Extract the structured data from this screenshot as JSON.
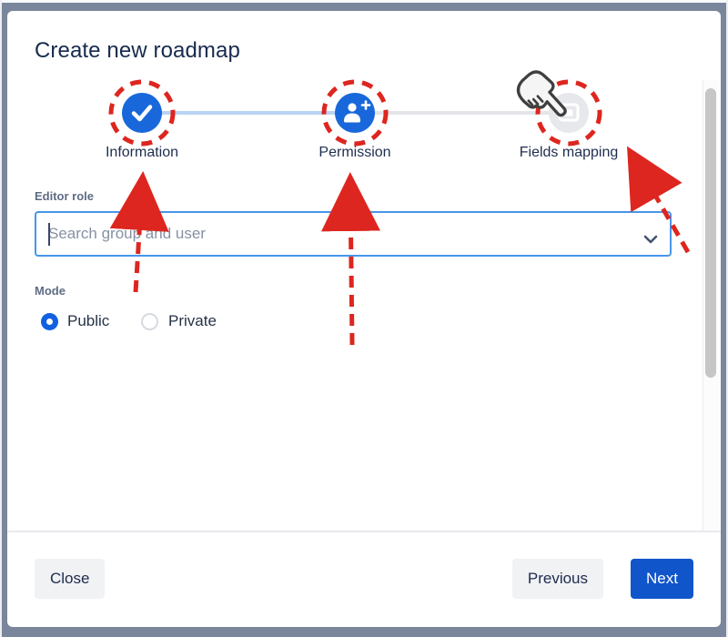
{
  "modal": {
    "title": "Create new roadmap",
    "stepper": {
      "steps": [
        {
          "label": "Information",
          "state": "completed",
          "icon": "check-icon"
        },
        {
          "label": "Permission",
          "state": "current",
          "icon": "user-add-icon"
        },
        {
          "label": "Fields mapping",
          "state": "upcoming",
          "icon": "card-icon"
        }
      ]
    },
    "form": {
      "editor_role_label": "Editor role",
      "search_placeholder": "Search group and user",
      "mode_label": "Mode",
      "mode_options": [
        {
          "label": "Public",
          "selected": true
        },
        {
          "label": "Private",
          "selected": false
        }
      ]
    },
    "footer": {
      "close": "Close",
      "previous": "Previous",
      "next": "Next"
    }
  },
  "annotations": {
    "highlighted_steps": [
      "Information",
      "Permission",
      "Fields mapping"
    ],
    "pointer": "hand-cursor over Fields mapping step"
  },
  "colors": {
    "accent_blue": "#1868DB",
    "primary_button": "#1155CB",
    "focus_border": "#4796EA",
    "annotation_red": "#DD261F",
    "backdrop": "#7A869B",
    "text_dark": "#172B4D",
    "step_upcoming_bg": "#E6E8EC",
    "connector_active": "#B9D3F4",
    "connector_inactive": "#E3E5E9"
  }
}
